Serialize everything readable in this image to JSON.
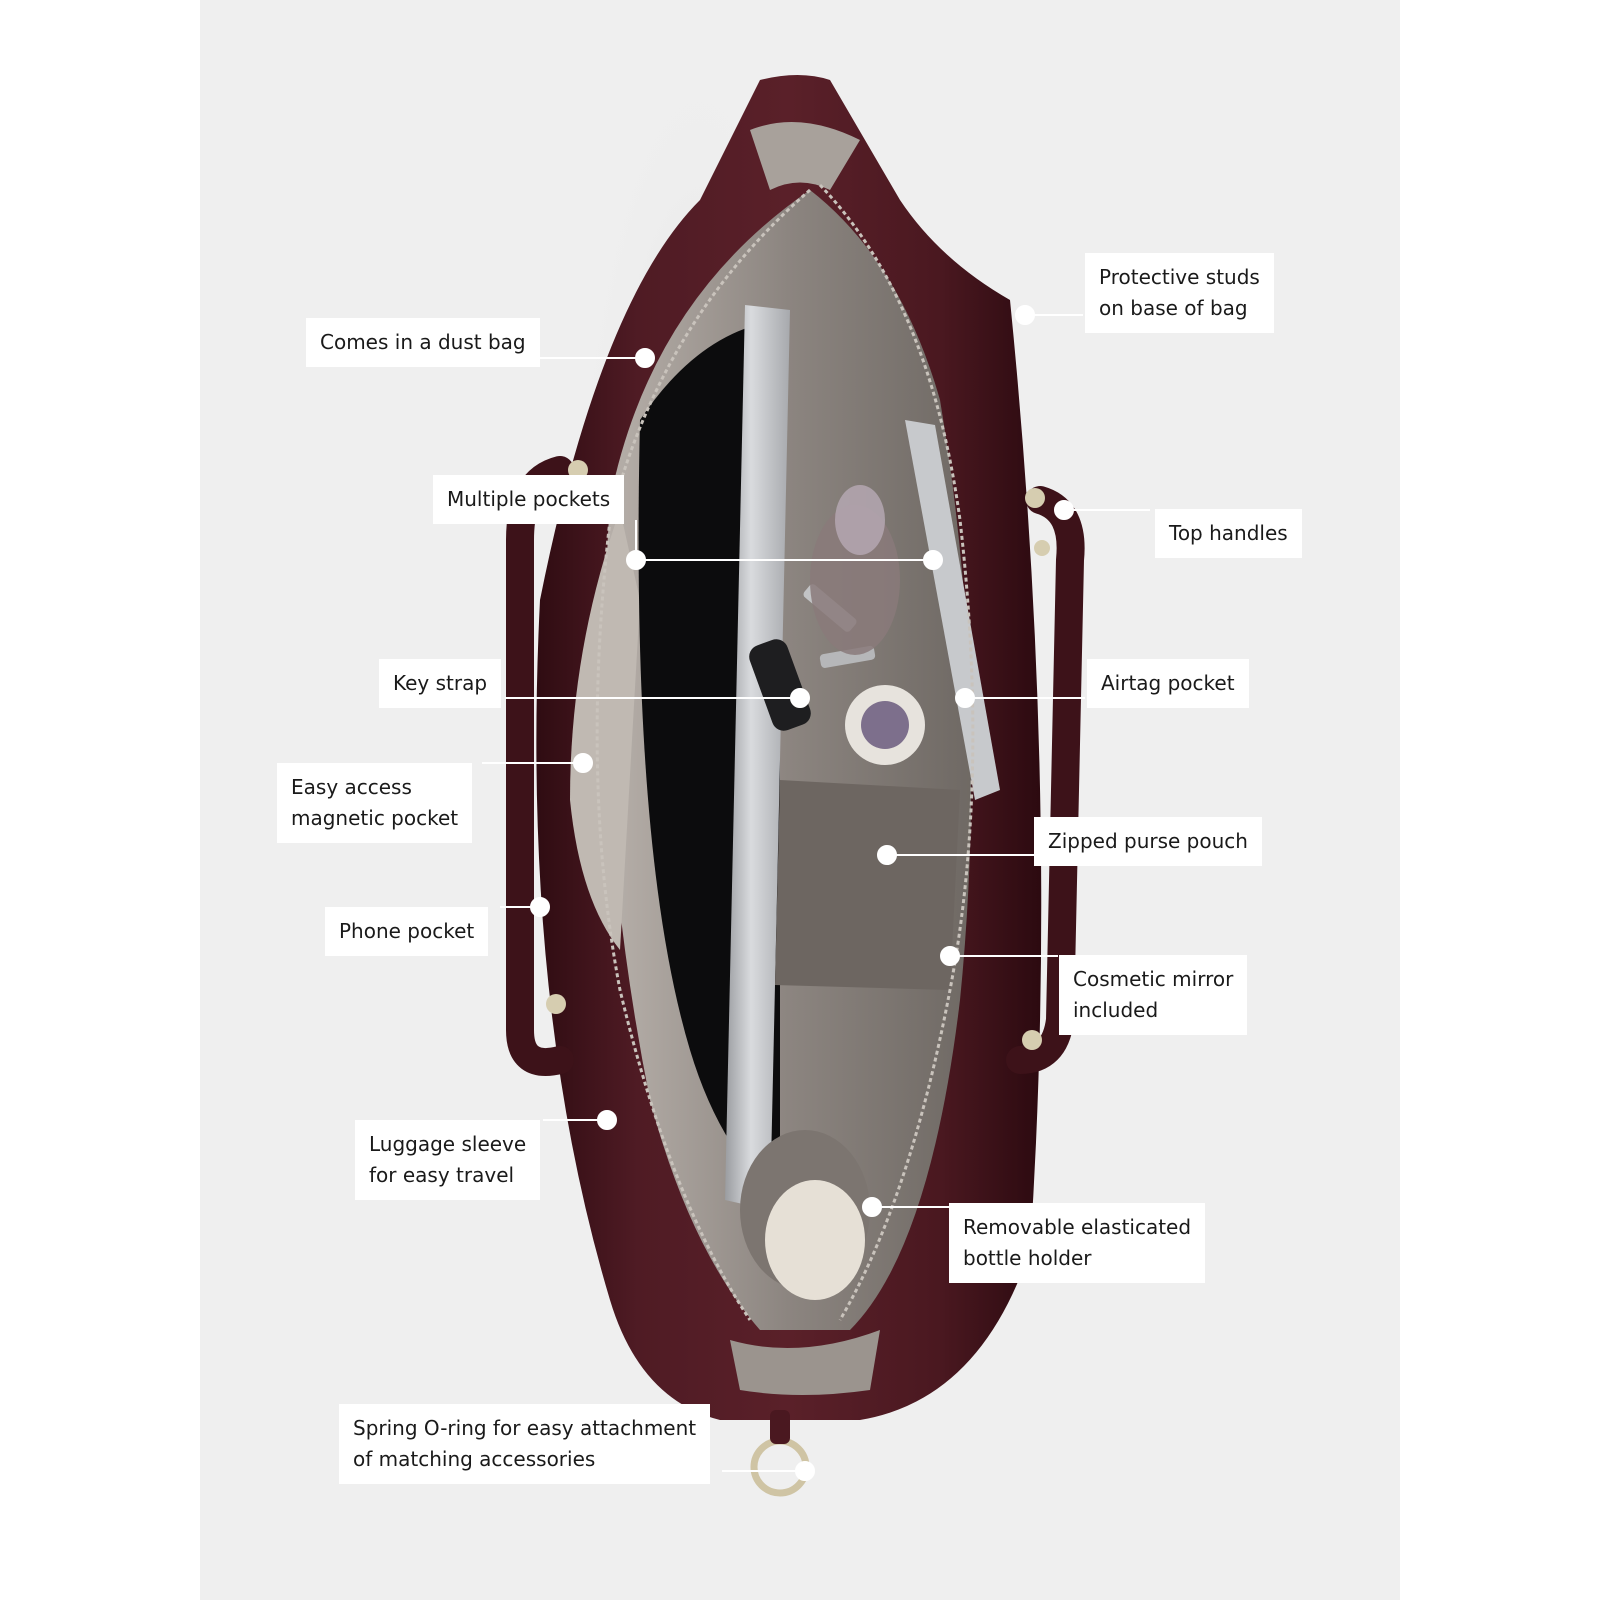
{
  "callouts": {
    "dust_bag": "Comes in a dust bag",
    "protective_studs_1": "Protective studs",
    "protective_studs_2": "on base of bag",
    "multiple_pockets": "Multiple pockets",
    "top_handles": "Top handles",
    "key_strap": "Key strap",
    "airtag_pocket": "Airtag pocket",
    "easy_access_1": "Easy access",
    "easy_access_2": "magnetic pocket",
    "zipped_purse_pouch": "Zipped purse pouch",
    "phone_pocket": "Phone pocket",
    "cosmetic_mirror_1": "Cosmetic mirror",
    "cosmetic_mirror_2": "included",
    "luggage_sleeve_1": "Luggage sleeve",
    "luggage_sleeve_2": "for easy travel",
    "bottle_holder_1": "Removable elasticated",
    "bottle_holder_2": "bottle holder",
    "o_ring_1": "Spring O-ring for easy attachment",
    "o_ring_2": "of matching accessories"
  },
  "colors": {
    "background": "#efefef",
    "leather": "#4a1a22",
    "lining": "#8d8782",
    "callout_line": "#ffffff"
  }
}
